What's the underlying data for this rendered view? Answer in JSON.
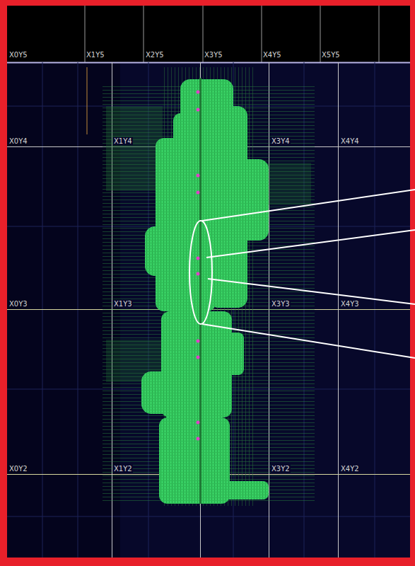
{
  "diagram": {
    "labels": [
      "X0Y5",
      "X1Y5",
      "X2Y5",
      "X3Y5",
      "X4Y5",
      "X5Y5",
      "X0Y4",
      "X1Y4",
      "X3Y4",
      "X4Y4",
      "X0Y3",
      "X1Y3",
      "X3Y3",
      "X4Y3",
      "X0Y2",
      "X1Y2",
      "X3Y2",
      "X4Y2"
    ]
  }
}
